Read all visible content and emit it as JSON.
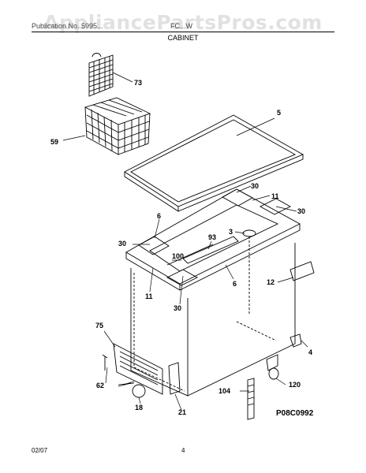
{
  "watermark": "AppliancePartsPros.com",
  "header": {
    "publication": "Publication No. 5995...",
    "model": "FC...W",
    "section": "CABINET"
  },
  "figure_code": "P08C0992",
  "footer": {
    "date": "02/07",
    "page": "4"
  },
  "callouts": {
    "c73": "73",
    "c59": "59",
    "c5": "5",
    "c30a": "30",
    "c11a": "11",
    "c30b": "30",
    "c6a": "6",
    "c3": "3",
    "c93": "93",
    "c30c": "30",
    "c100": "100",
    "c12": "12",
    "c6b": "6",
    "c11b": "11",
    "c30d": "30",
    "c75": "75",
    "c4": "4",
    "c62": "62",
    "c120": "120",
    "c18": "18",
    "c104": "104",
    "c21": "21"
  }
}
